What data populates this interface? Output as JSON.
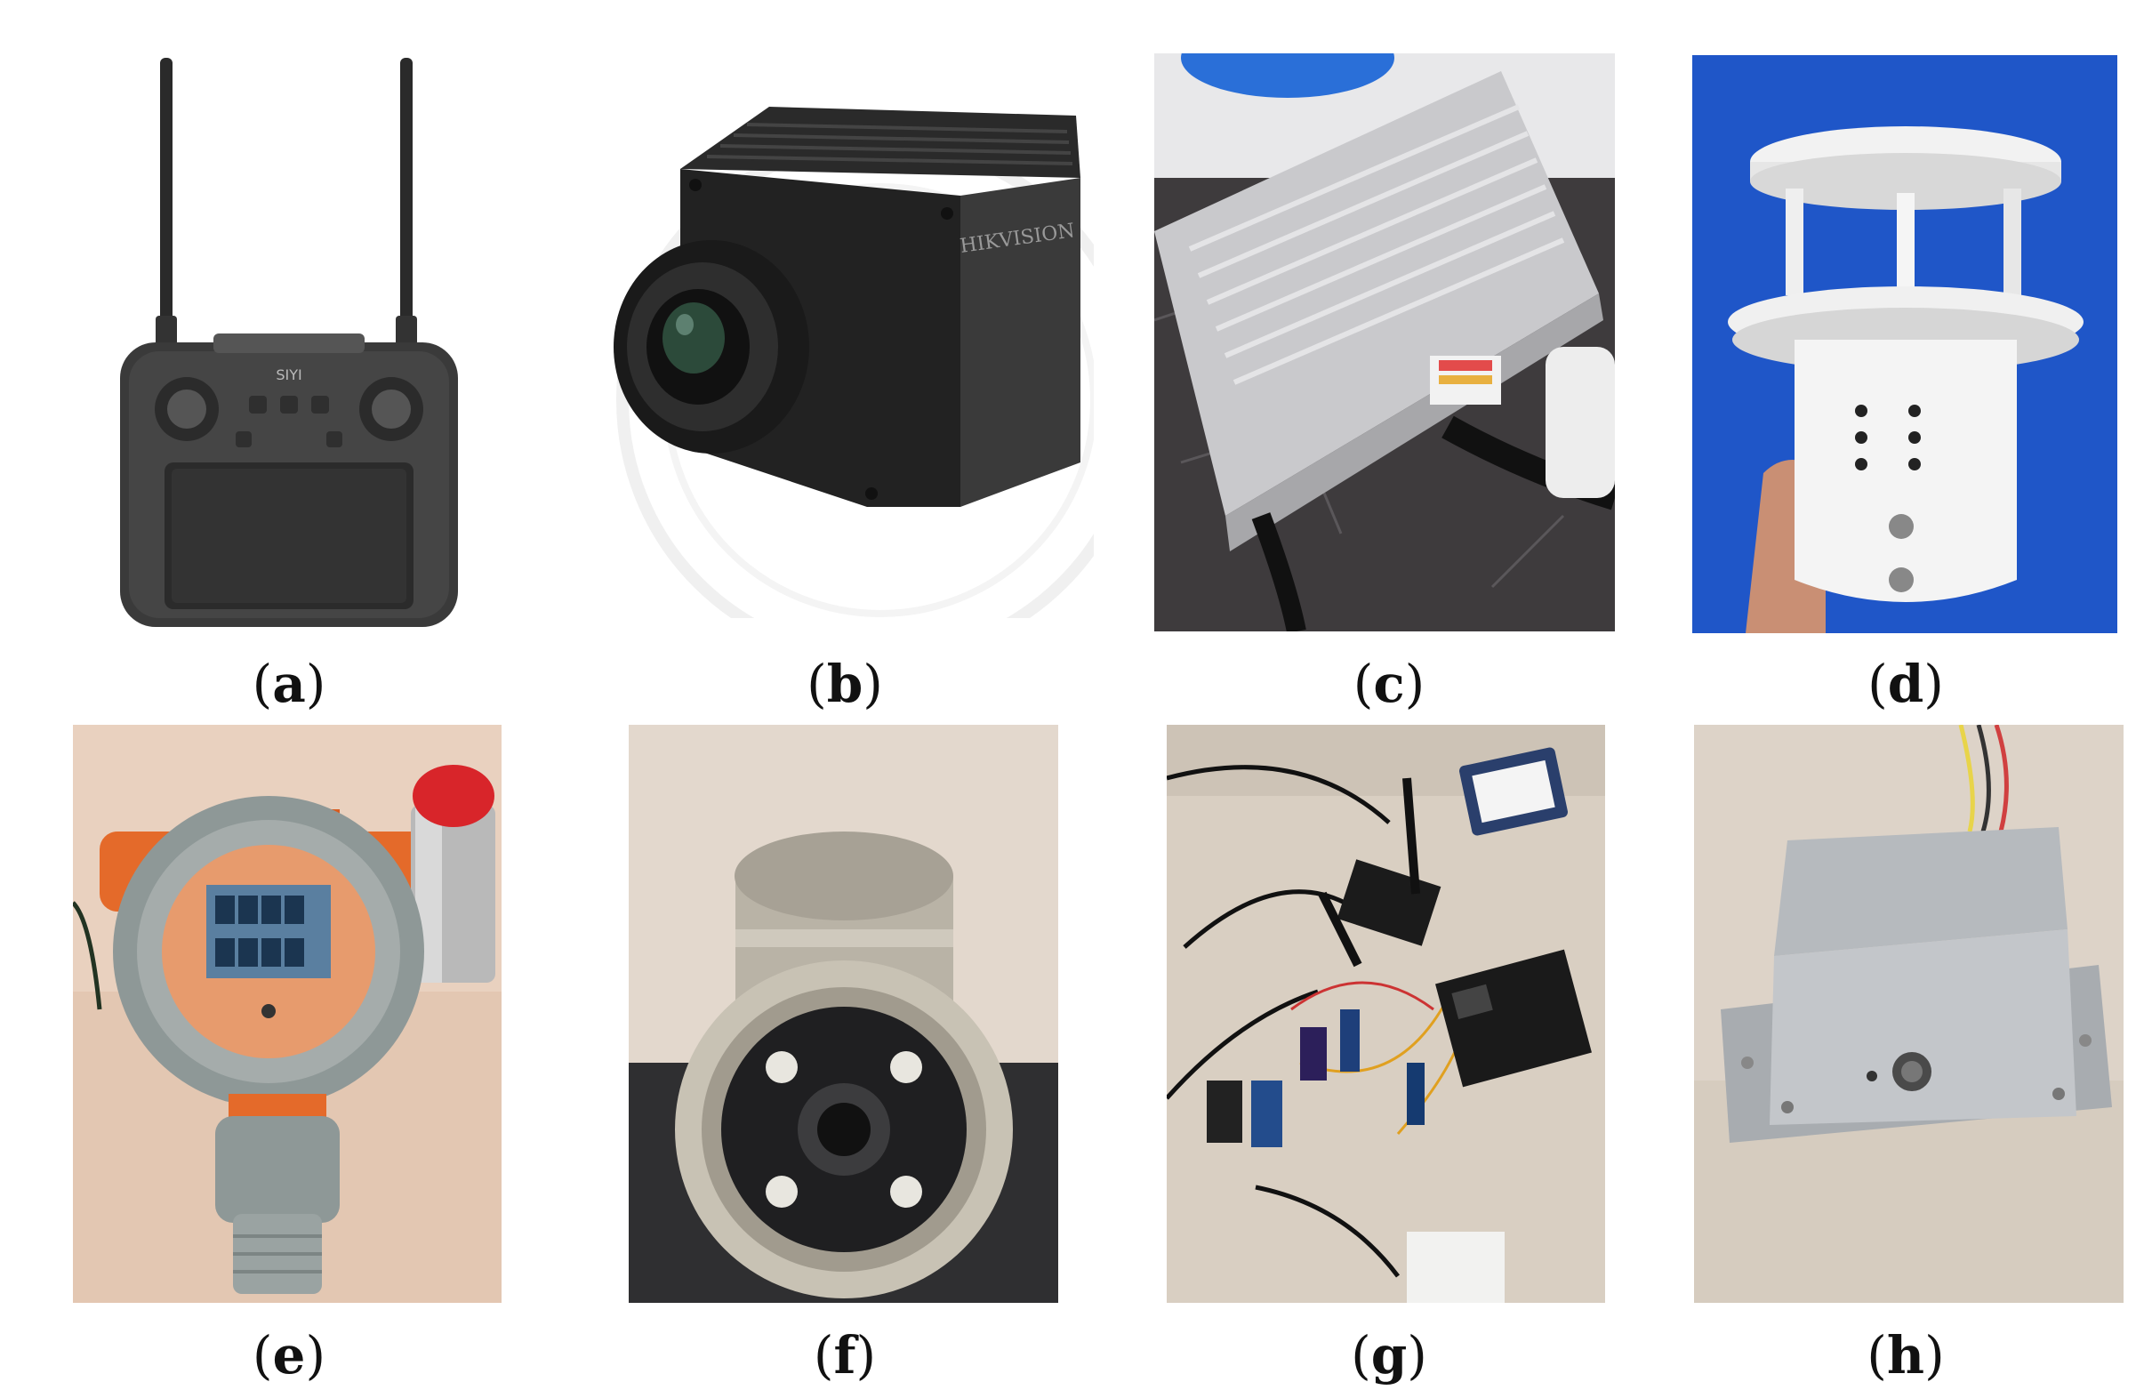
{
  "figure": {
    "panels": [
      {
        "id": "a",
        "caption": "a",
        "brand_text": "SIYI",
        "depicts": "remote-controller"
      },
      {
        "id": "b",
        "caption": "b",
        "brand_text": "HIKVISION",
        "depicts": "thermal-camera"
      },
      {
        "id": "c",
        "caption": "c",
        "depicts": "edge-computing-box"
      },
      {
        "id": "d",
        "caption": "d",
        "depicts": "ultrasonic-wind-sensor"
      },
      {
        "id": "e",
        "caption": "e",
        "depicts": "gas-detector"
      },
      {
        "id": "f",
        "caption": "f",
        "depicts": "explosion-proof-camera"
      },
      {
        "id": "g",
        "caption": "g",
        "depicts": "circuit-boards-and-modules"
      },
      {
        "id": "h",
        "caption": "h",
        "depicts": "aluminium-sensor-enclosure"
      }
    ]
  }
}
